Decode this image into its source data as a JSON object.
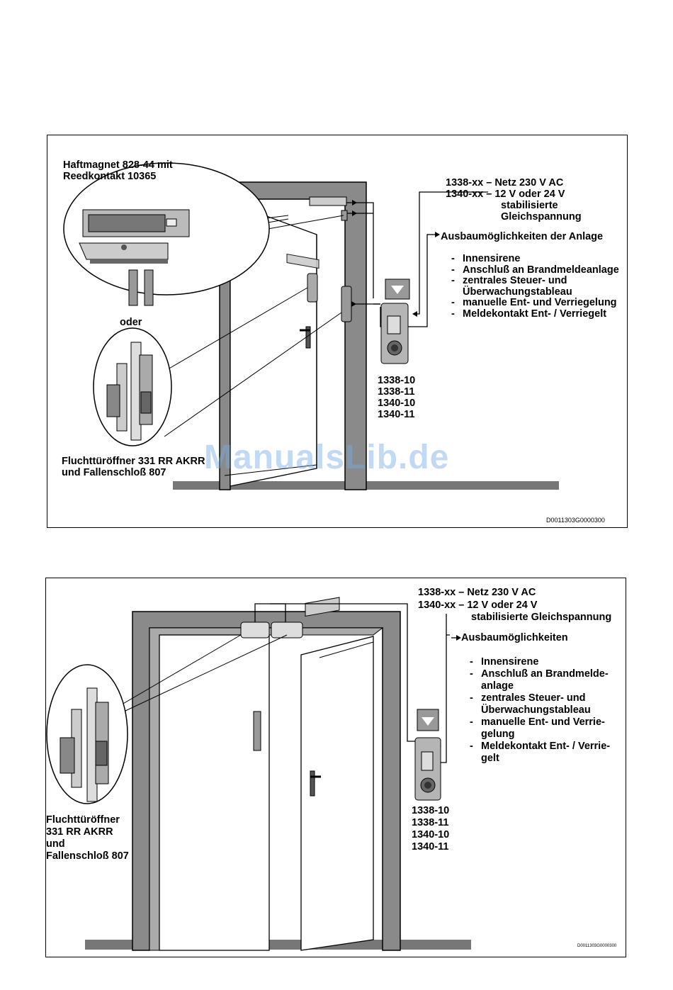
{
  "panel1": {
    "magnet_title": [
      "Haftmagnet 828-44 mit",
      "Reedkontakt 10365"
    ],
    "or_label": "oder",
    "opener_label": [
      "Fluchttüröffner 331 RR AKRR",
      "und Fallenschloß 807"
    ],
    "power_lines": [
      "1338-xx – Netz 230 V AC",
      "1340-xx – 12 V oder 24 V",
      "stabilisierte",
      "Gleichspannung"
    ],
    "options_title": "Ausbaumöglichkeiten der Anlage",
    "options": [
      "Innensirene",
      "Anschluß an Brandmeldeanlage",
      "zentrales Steuer- und",
      "Überwachungstableau",
      "manuelle Ent- und Verriegelung",
      "Meldekontakt Ent- / Verriegelt"
    ],
    "models": [
      "1338-10",
      "1338-11",
      "1340-10",
      "1340-11"
    ],
    "drawing_code": "D0011303G0000300"
  },
  "panel2": {
    "power_lines": [
      "1338-xx – Netz 230 V AC",
      "1340-xx – 12 V oder 24 V",
      "stabilisierte Gleichspannung"
    ],
    "options_title": "Ausbaumöglichkeiten",
    "options": [
      {
        "text": "Innensirene",
        "cont": ""
      },
      {
        "text": "Anschluß an Brandmelde-",
        "cont": "anlage"
      },
      {
        "text": "zentrales Steuer- und",
        "cont": "Überwachungstableau"
      },
      {
        "text": "manuelle Ent- und Verrie-",
        "cont": "gelung"
      },
      {
        "text": "Meldekontakt Ent- / Verrie-",
        "cont": "gelt"
      }
    ],
    "opener_label": [
      "Fluchttüröffner",
      "331 RR AKRR",
      "und",
      "Fallenschloß 807"
    ],
    "models": [
      "1338-10",
      "1338-11",
      "1340-10",
      "1340-11"
    ],
    "drawing_code": "D0011303G0000300"
  },
  "watermark": "ManualsLib.de",
  "colors": {
    "frame_gray": "#8a8a8a",
    "floor_gray": "#777777",
    "device_gray": "#b5b5b5",
    "watermark": "#78aae6"
  }
}
